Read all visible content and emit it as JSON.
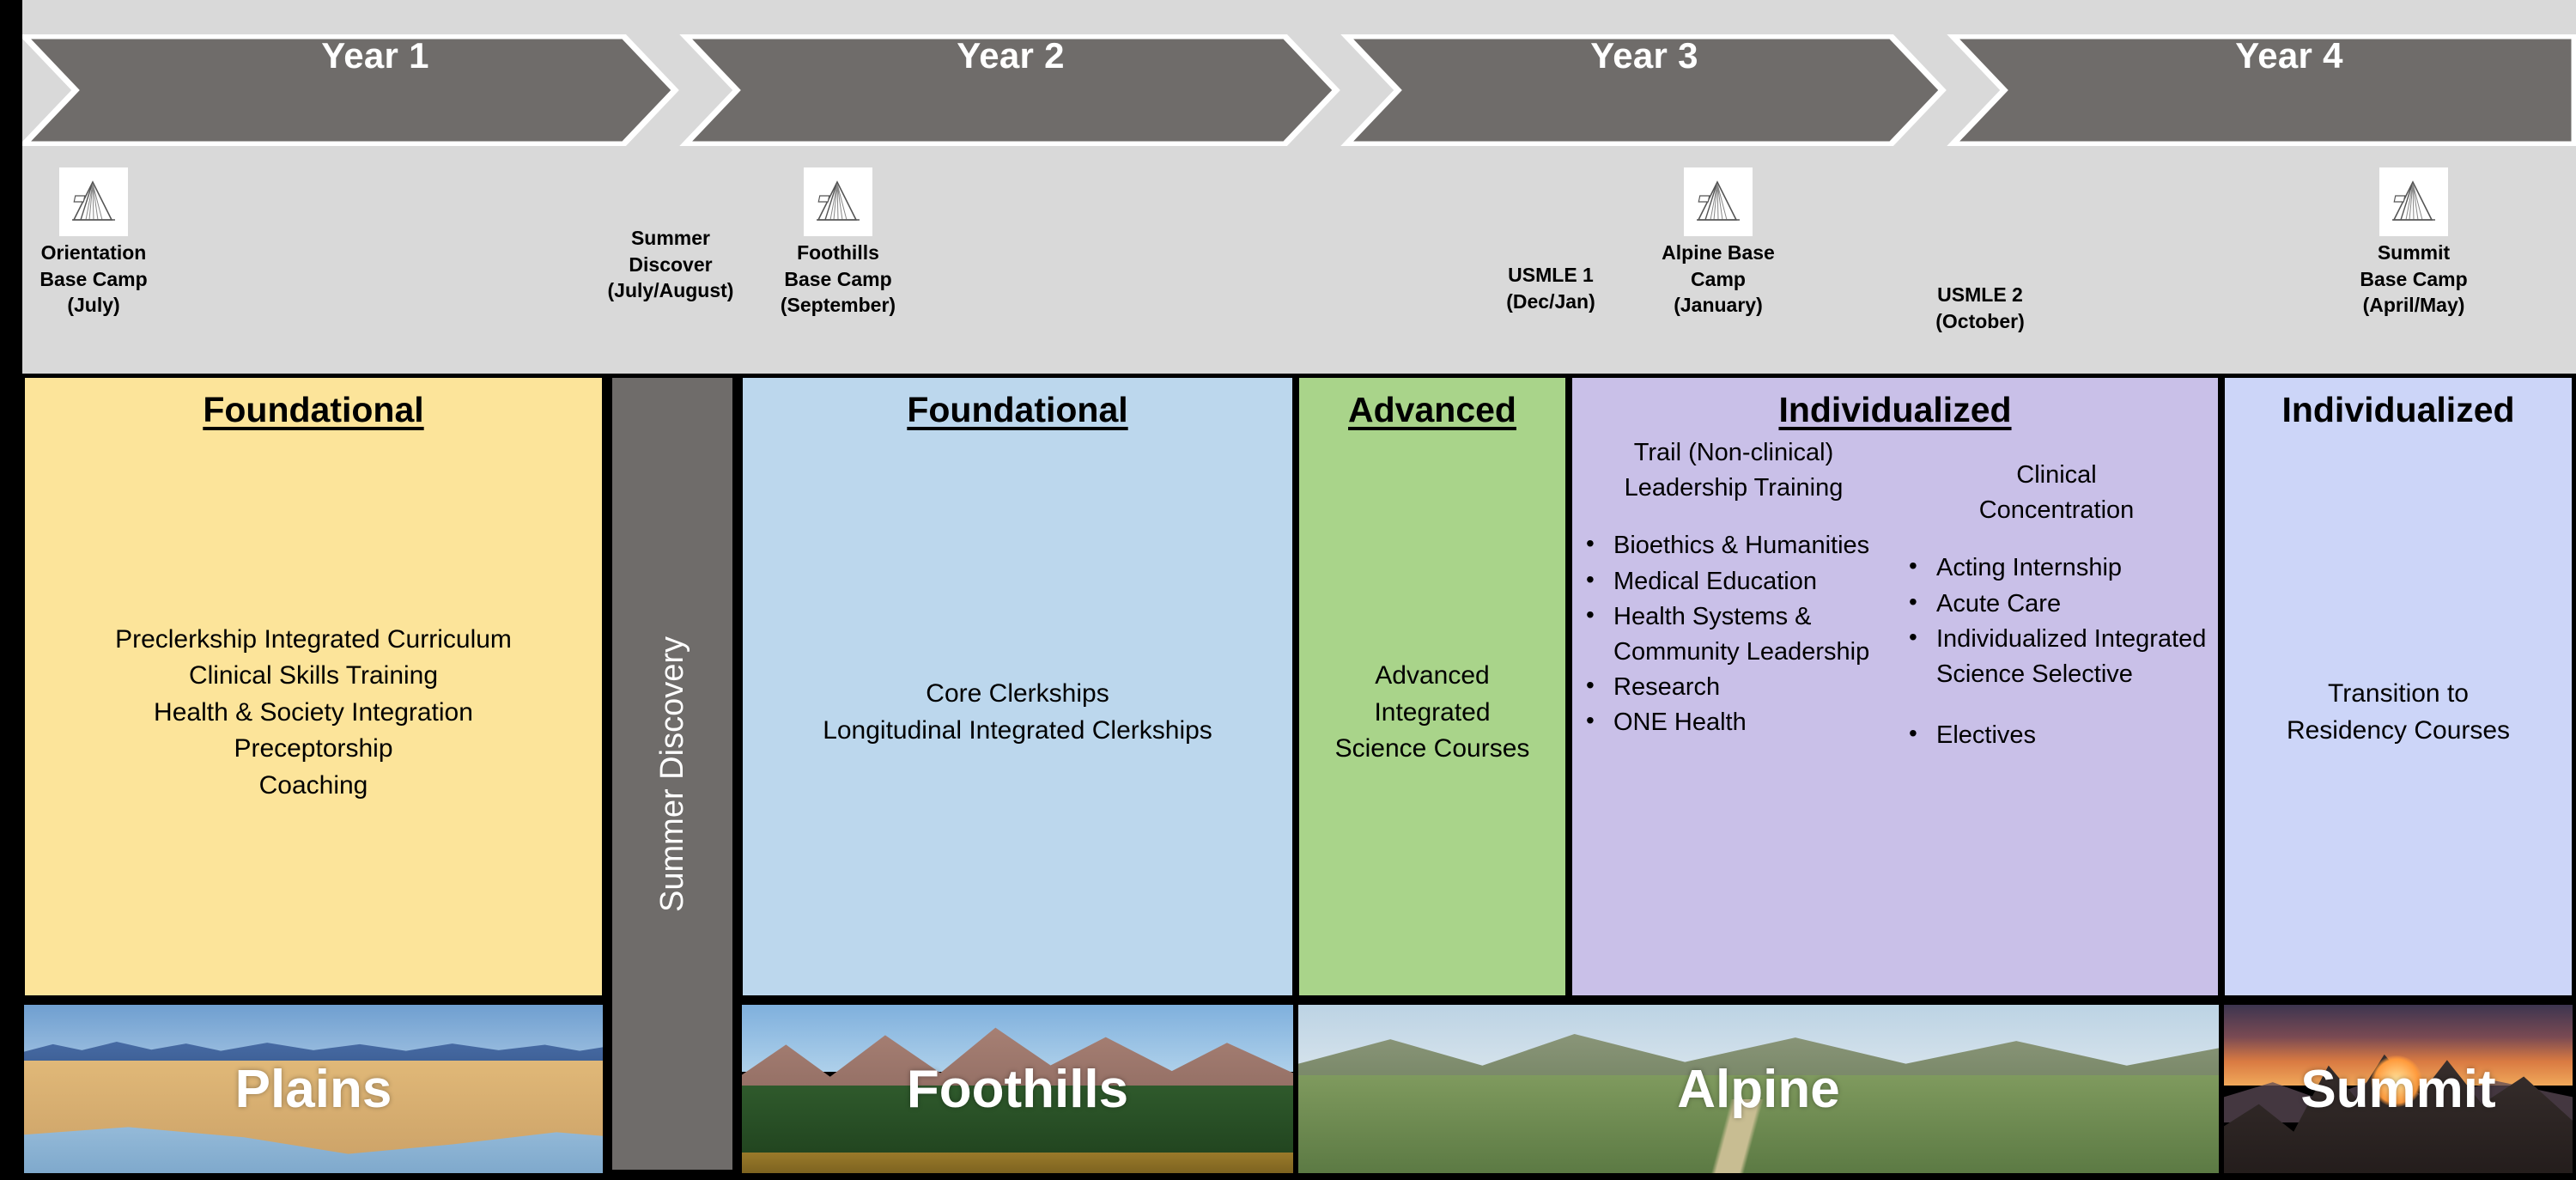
{
  "timeline": {
    "years": [
      {
        "label": "Year 1"
      },
      {
        "label": "Year 2"
      },
      {
        "label": "Year 3"
      },
      {
        "label": "Year 4"
      }
    ]
  },
  "milestones": [
    {
      "name": "orientation-base-camp",
      "icon": "tent-icon",
      "has_icon": true,
      "text": "Orientation\nBase Camp\n(July)"
    },
    {
      "name": "summer-discover",
      "icon": "",
      "has_icon": false,
      "text": "Summer\nDiscover\n(July/August)"
    },
    {
      "name": "foothills-base-camp",
      "icon": "tent-icon",
      "has_icon": true,
      "text": "Foothills\nBase Camp\n(September)"
    },
    {
      "name": "usmle-1",
      "icon": "",
      "has_icon": false,
      "text": "USMLE 1\n(Dec/Jan)"
    },
    {
      "name": "alpine-base-camp",
      "icon": "tent-icon",
      "has_icon": true,
      "text": "Alpine  Base\nCamp\n(January)"
    },
    {
      "name": "usmle-2",
      "icon": "",
      "has_icon": false,
      "text": "USMLE 2\n(October)"
    },
    {
      "name": "summit-base-camp",
      "icon": "tent-icon",
      "has_icon": true,
      "text": "Summit\nBase Camp\n(April/May)"
    }
  ],
  "phases": {
    "foundational_y1": {
      "title": "Foundational",
      "color": "#fce49a",
      "lines": [
        "Preclerkship Integrated Curriculum",
        "Clinical Skills Training",
        "Health & Society Integration",
        "Preceptorship",
        "Coaching"
      ]
    },
    "summer_discovery": {
      "label": "Summer Discovery",
      "color": "#6f6c6a"
    },
    "foundational_y2": {
      "title": "Foundational",
      "color": "#bcd7ed",
      "lines": [
        "Core Clerkships",
        "Longitudinal Integrated Clerkships"
      ]
    },
    "advanced": {
      "title": "Advanced",
      "color": "#a9d48a",
      "lines": [
        "Advanced",
        "Integrated",
        "Science Courses"
      ]
    },
    "individualized_y3": {
      "title": "Individualized",
      "color": "#c9c0e8",
      "left_heading": "Trail (Non-clinical)\nLeadership Training",
      "left_bullets": [
        {
          "text": "Bioethics & Humanities",
          "spaced": false
        },
        {
          "text": "Medical Education",
          "spaced": false
        },
        {
          "text": "Health Systems & Community Leadership",
          "spaced": false
        },
        {
          "text": "Research",
          "spaced": false
        },
        {
          "text": "ONE Health",
          "spaced": false
        }
      ],
      "right_heading": "Clinical\nConcentration",
      "right_bullets": [
        {
          "text": "Acting Internship",
          "spaced": false
        },
        {
          "text": "Acute Care",
          "spaced": false
        },
        {
          "text": "Individualized Integrated Science Selective",
          "spaced": false
        },
        {
          "text": "Electives",
          "spaced": true
        }
      ]
    },
    "individualized_y4": {
      "title": "Individualized",
      "color": "#ccd5f8",
      "lines": [
        "Transition to",
        "Residency Courses"
      ]
    }
  },
  "landscapes": [
    {
      "name": "plains",
      "label": "Plains"
    },
    {
      "name": "foothills",
      "label": "Foothills"
    },
    {
      "name": "alpine",
      "label": "Alpine"
    },
    {
      "name": "summit",
      "label": "Summit"
    }
  ],
  "colors": {
    "band_bg": "#d9d9d9",
    "chevron": "#6f6c6a",
    "border": "#000000"
  }
}
